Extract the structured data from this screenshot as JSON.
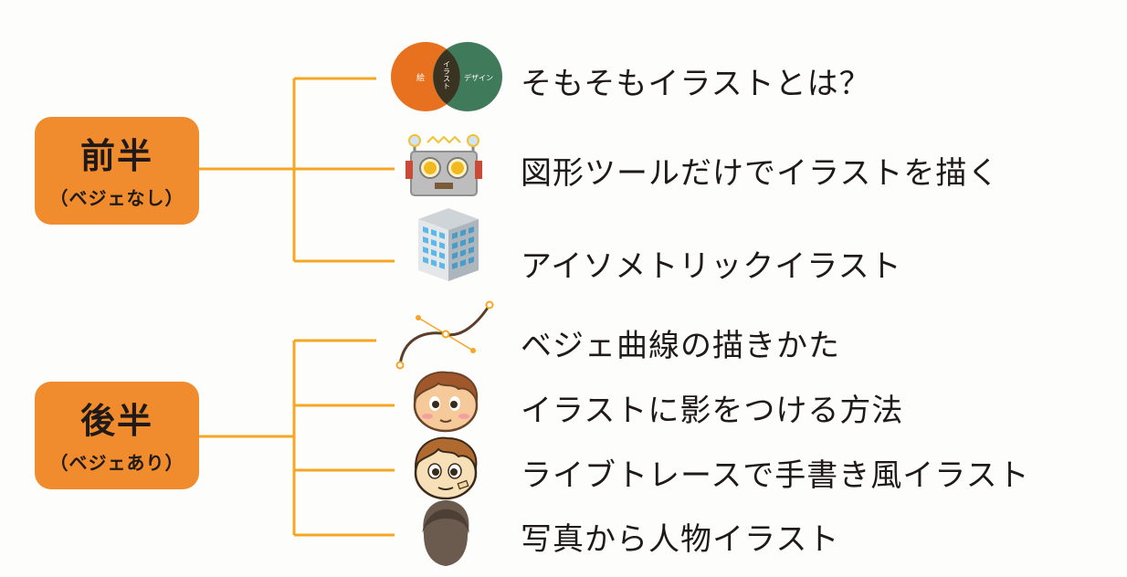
{
  "sections": [
    {
      "title": "前半",
      "subtitle": "（ベジェなし）",
      "items": [
        {
          "label": "そもそもイラストとは？",
          "icon": "venn-diagram-icon"
        },
        {
          "label": "図形ツールだけでイラストを描く",
          "icon": "robot-icon"
        },
        {
          "label": "アイソメトリックイラスト",
          "icon": "isometric-building-icon"
        }
      ]
    },
    {
      "title": "後半",
      "subtitle": "（ベジェあり）",
      "items": [
        {
          "label": "ベジェ曲線の描きかた",
          "icon": "bezier-curve-icon"
        },
        {
          "label": "イラストに影をつける方法",
          "icon": "shaded-boy-face-icon"
        },
        {
          "label": "ライブトレースで手書き風イラスト",
          "icon": "hand-drawn-boy-face-icon"
        },
        {
          "label": "写真から人物イラスト",
          "icon": "person-silhouette-icon"
        }
      ]
    }
  ],
  "venn": {
    "left": "絵",
    "center": "イラスト",
    "right": "デザイン"
  },
  "colors": {
    "accent": "#f08c2d",
    "connector": "#f5a623",
    "text": "#1f1a17"
  }
}
